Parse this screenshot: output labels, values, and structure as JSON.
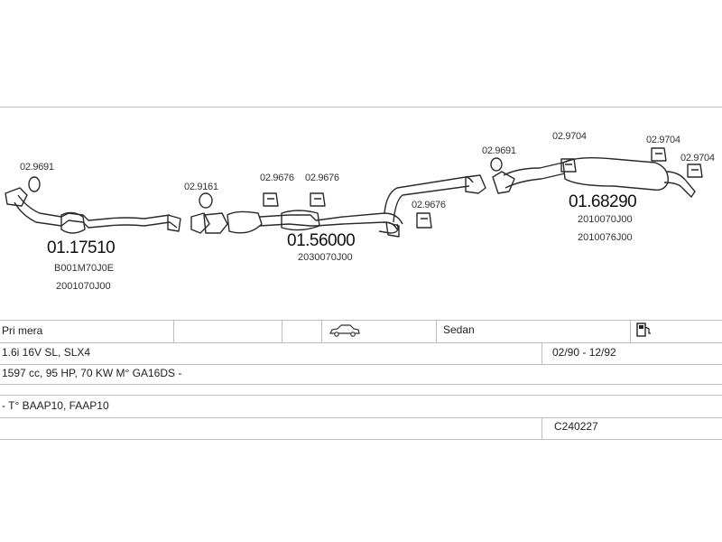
{
  "parts": {
    "gasket_1": "02.9691",
    "front_pipe": {
      "number": "01.17510",
      "code1": "B001M70J0E",
      "code2": "2001070J00"
    },
    "gasket_2": "02.9161",
    "rubber_1": "02.9676",
    "rubber_2": "02.9676",
    "middle": {
      "number": "01.56000",
      "code1": "2030070J00"
    },
    "rubber_3": "02.9676",
    "gasket_3": "02.9691",
    "rubber_4": "02.9704",
    "rubber_5": "02.9704",
    "rubber_6": "02.9704",
    "rear": {
      "number": "01.68290",
      "code1": "2010070J00",
      "code2": "2010076J00"
    }
  },
  "table": {
    "model": "Pri mera",
    "body": "Sedan",
    "engine": "1.6i 16V SL, SLX4",
    "years": "02/90 - 12/92",
    "spec": "1597 cc, 95 HP, 70 KW M° GA16DS -",
    "type": "- T° BAAP10, FAAP10",
    "code": "C240227"
  },
  "icons": [
    "car-sedan-icon",
    "fuel-pump-icon"
  ]
}
